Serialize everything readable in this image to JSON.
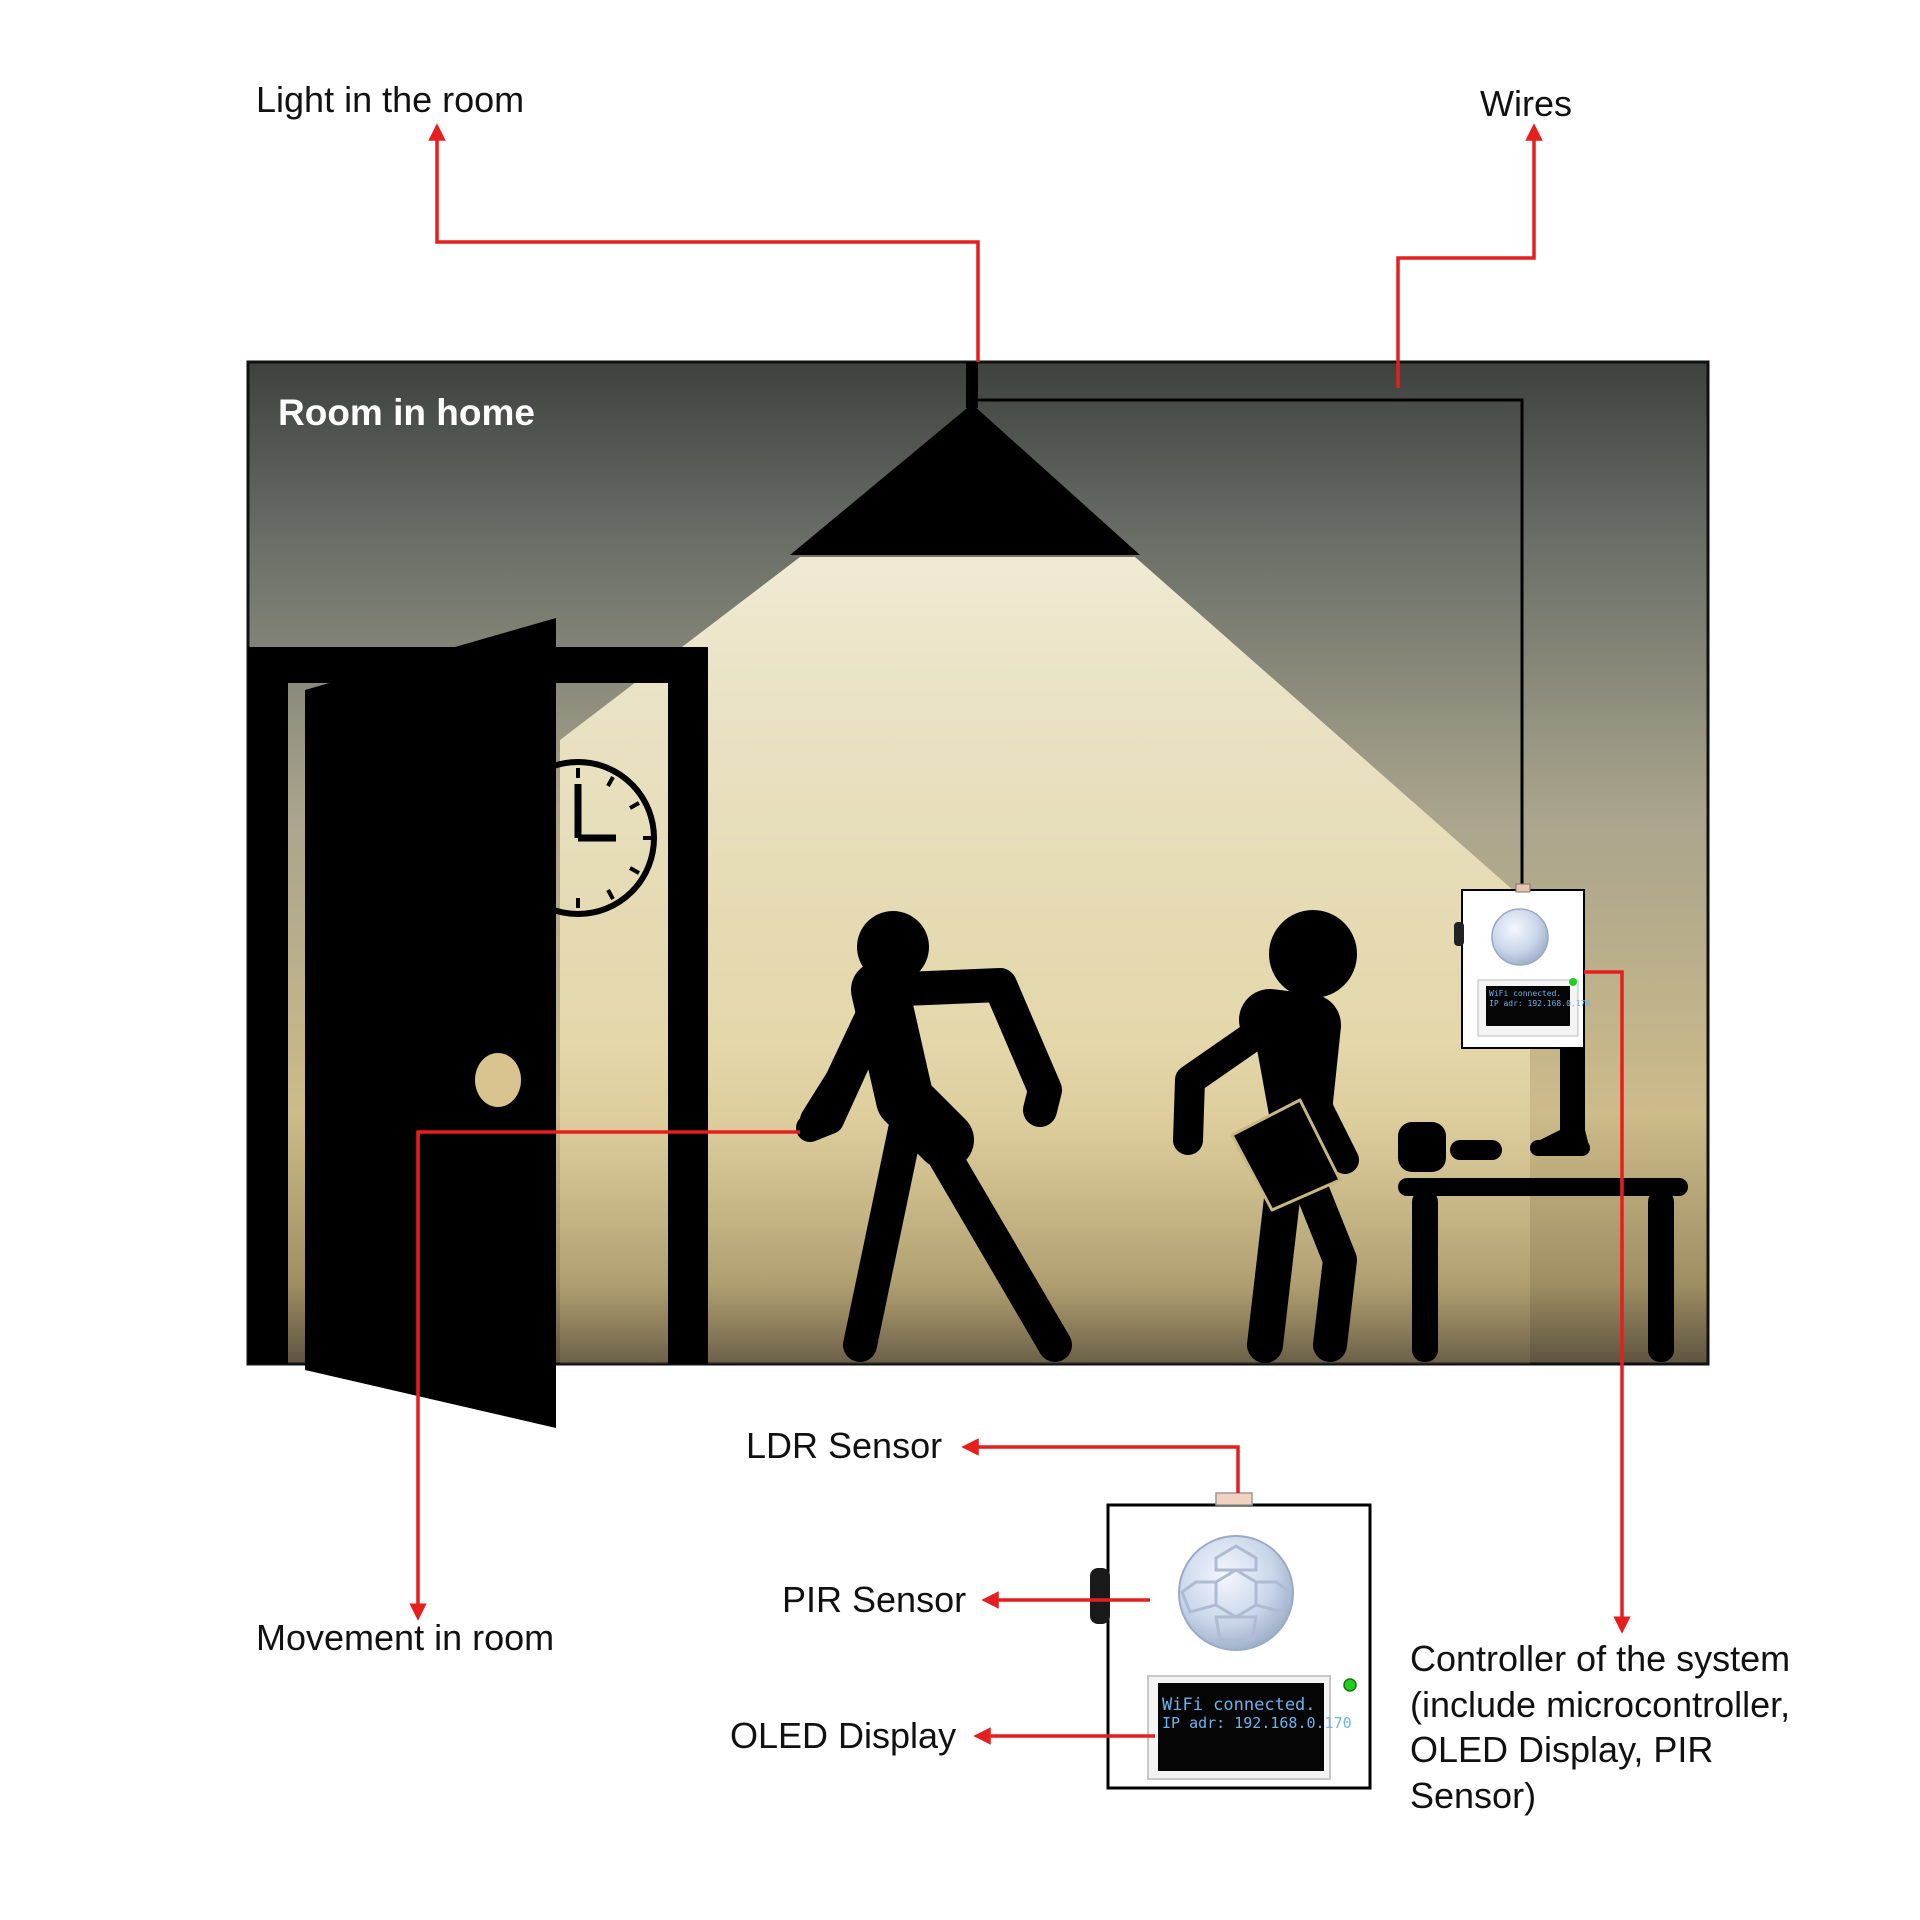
{
  "room": {
    "title": "Room in home"
  },
  "labels": {
    "light": "Light in the room",
    "wires": "Wires",
    "movement": "Movement  in room",
    "ldr": "LDR Sensor",
    "pir": "PIR Sensor",
    "oled": "OLED Display",
    "controller": [
      "Controller  of the system",
      "(include  microcontroller,",
      "OLED Display,  PIR",
      "Sensor)"
    ]
  },
  "oled_screen": {
    "line1": "WiFi connected.",
    "line2": "IP adr: 192.168.0.170"
  },
  "colors": {
    "arrow": "#e61e1e",
    "silhouette": "#000000",
    "light_beam": "#f2e8c2",
    "led": "#22cc22"
  }
}
